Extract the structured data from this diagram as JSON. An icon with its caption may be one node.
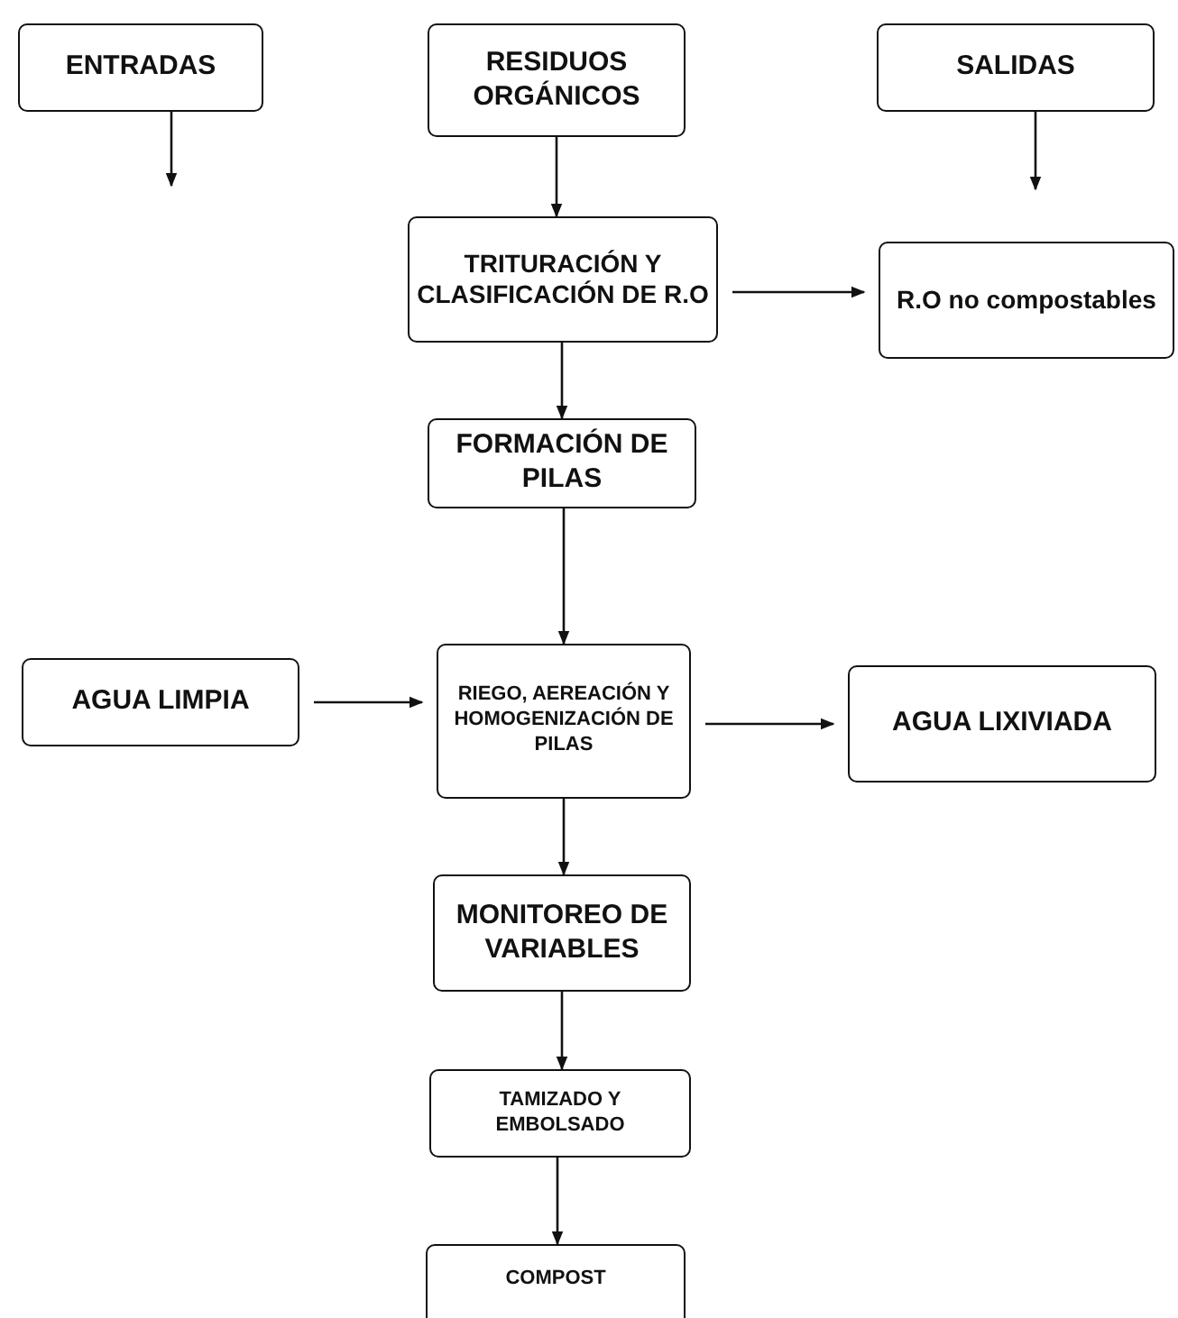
{
  "diagram": {
    "nodes": [
      {
        "text": [
          "ENTRADAS"
        ]
      },
      {
        "text": [
          "RESIDUOS ORGÁNICOS"
        ]
      },
      {
        "text": [
          "SALIDAS"
        ]
      },
      {
        "text": [
          "TRITURACIÓN Y CLASIFICACIÓN DE R.O"
        ]
      },
      {
        "text": [
          "R.O no compostables"
        ]
      },
      {
        "text": [
          "FORMACIÓN DE PILAS"
        ]
      },
      {
        "text": [
          "AGUA LIMPIA"
        ]
      },
      {
        "text": [
          "RIEGO, AEREACIÓN Y HOMOGENIZACIÓN DE PILAS"
        ]
      },
      {
        "text": [
          "AGUA LIXIVIADA"
        ]
      },
      {
        "text": [
          "MONITOREO DE VARIABLES"
        ]
      },
      {
        "text": [
          "TAMIZADO Y EMBOLSADO"
        ]
      },
      {
        "text": [
          "COMPOST"
        ]
      }
    ],
    "edges": [
      {
        "from": 0,
        "to": null,
        "arrow": "to"
      },
      {
        "from": 1,
        "to": 3,
        "arrow": "to"
      },
      {
        "from": 2,
        "to": null,
        "arrow": "to"
      },
      {
        "from": 3,
        "to": 4,
        "arrow": "to"
      },
      {
        "from": 3,
        "to": 5,
        "arrow": "to"
      },
      {
        "from": 5,
        "to": 7,
        "arrow": "to"
      },
      {
        "from": 6,
        "to": 7,
        "arrow": "to"
      },
      {
        "from": 7,
        "to": 8,
        "arrow": "to"
      },
      {
        "from": 7,
        "to": 9,
        "arrow": "to"
      },
      {
        "from": 9,
        "to": 10,
        "arrow": "to"
      },
      {
        "from": 10,
        "to": 11,
        "arrow": "to"
      }
    ]
  }
}
